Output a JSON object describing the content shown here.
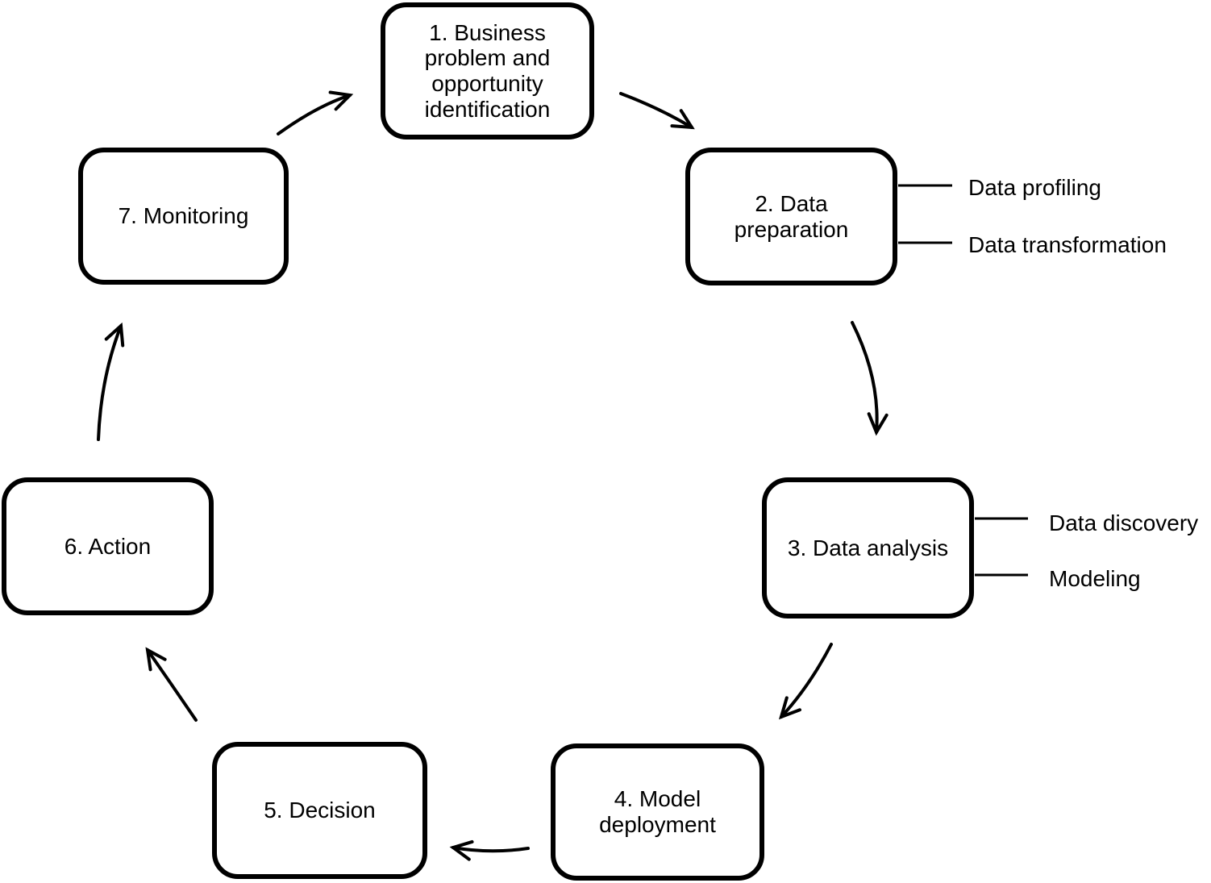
{
  "diagram": {
    "type": "cycle",
    "background_color": "#ffffff",
    "line_color": "#000000",
    "text_color": "#000000",
    "nodes": [
      {
        "name": "business-problem-and-opportunity-identification",
        "label": [
          "1. Business",
          "problem and",
          "opportunity",
          "identification"
        ]
      },
      {
        "name": "data-preparation",
        "label": [
          "2. Data",
          "preparation"
        ]
      },
      {
        "name": "data-analysis",
        "label": [
          "3. Data analysis"
        ]
      },
      {
        "name": "model-deployment",
        "label": [
          "4. Model",
          "deployment"
        ]
      },
      {
        "name": "decision",
        "label": [
          "5. Decision"
        ]
      },
      {
        "name": "action",
        "label": [
          "6. Action"
        ]
      },
      {
        "name": "monitoring",
        "label": [
          "7. Monitoring"
        ]
      }
    ],
    "side_labels": [
      {
        "text": "Data profiling",
        "attached_to": "data-preparation"
      },
      {
        "text": "Data transformation",
        "attached_to": "data-preparation"
      },
      {
        "text": "Data discovery",
        "attached_to": "data-analysis"
      },
      {
        "text": "Modeling",
        "attached_to": "data-analysis"
      }
    ],
    "arrows": [
      {
        "from": "monitoring",
        "to": "business-problem-and-opportunity-identification"
      },
      {
        "from": "business-problem-and-opportunity-identification",
        "to": "data-preparation"
      },
      {
        "from": "data-preparation",
        "to": "data-analysis"
      },
      {
        "from": "data-analysis",
        "to": "model-deployment"
      },
      {
        "from": "model-deployment",
        "to": "decision"
      },
      {
        "from": "decision",
        "to": "action"
      },
      {
        "from": "action",
        "to": "monitoring"
      }
    ]
  }
}
